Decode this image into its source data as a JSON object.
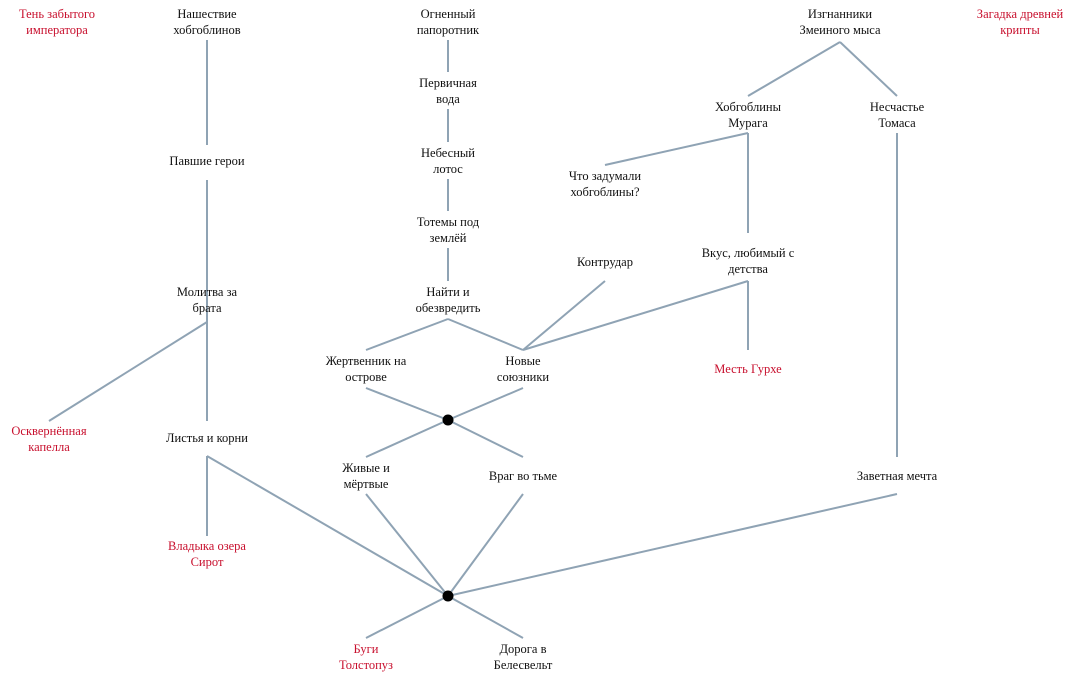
{
  "colors": {
    "line": "#8fa3b4",
    "text": "#111111",
    "accent_text": "#c8102e",
    "junction": "#000000"
  },
  "nodes": {
    "ten_zabytogo": {
      "lines": [
        "Тень забытого",
        "императора"
      ],
      "style": "red"
    },
    "nashestvie": {
      "lines": [
        "Нашествие",
        "хобгоблинов"
      ],
      "style": "normal"
    },
    "pavshie": {
      "lines": [
        "Павшие герои"
      ],
      "style": "normal"
    },
    "molitva": {
      "lines": [
        "Молитва за",
        "брата"
      ],
      "style": "normal"
    },
    "oskvernennaya": {
      "lines": [
        "Осквернённая",
        "капелла"
      ],
      "style": "red"
    },
    "listya": {
      "lines": [
        "Листья и корни"
      ],
      "style": "normal"
    },
    "vladyka": {
      "lines": [
        "Владыка озера",
        "Сирот"
      ],
      "style": "red"
    },
    "ognenny": {
      "lines": [
        "Огненный",
        "папоротник"
      ],
      "style": "normal"
    },
    "pervichnaya": {
      "lines": [
        "Первичная",
        "вода"
      ],
      "style": "normal"
    },
    "nebesny": {
      "lines": [
        "Небесный",
        "лотос"
      ],
      "style": "normal"
    },
    "totemy": {
      "lines": [
        "Тотемы под",
        "землёй"
      ],
      "style": "normal"
    },
    "nayti": {
      "lines": [
        "Найти и",
        "обезвредить"
      ],
      "style": "normal"
    },
    "zhertvennik": {
      "lines": [
        "Жертвенник на",
        "острове"
      ],
      "style": "normal"
    },
    "novye": {
      "lines": [
        "Новые",
        "союзники"
      ],
      "style": "normal"
    },
    "zhivye": {
      "lines": [
        "Живые и",
        "мёртвые"
      ],
      "style": "normal"
    },
    "vrag": {
      "lines": [
        "Враг во тьме"
      ],
      "style": "normal"
    },
    "bugi": {
      "lines": [
        "Буги",
        "Толстопуз"
      ],
      "style": "red"
    },
    "doroga": {
      "lines": [
        "Дорога в",
        "Белесвельт"
      ],
      "style": "normal"
    },
    "izgnanniki": {
      "lines": [
        "Изгнанники",
        "Змеиного мыса"
      ],
      "style": "normal"
    },
    "hobgobliny_muraga": {
      "lines": [
        "Хобгоблины",
        "Мурага"
      ],
      "style": "normal"
    },
    "neschastie": {
      "lines": [
        "Несчастье",
        "Томаса"
      ],
      "style": "normal"
    },
    "chto_zadumali": {
      "lines": [
        "Что задумали",
        "хобгоблины?"
      ],
      "style": "normal"
    },
    "kontrudar": {
      "lines": [
        "Контрудар"
      ],
      "style": "normal"
    },
    "vkus": {
      "lines": [
        "Вкус, любимый с",
        "детства"
      ],
      "style": "normal"
    },
    "mest": {
      "lines": [
        "Месть Гурхе"
      ],
      "style": "red"
    },
    "zavetnaya": {
      "lines": [
        "Заветная мечта"
      ],
      "style": "normal"
    },
    "zagadka": {
      "lines": [
        "Загадка древней",
        "крипты"
      ],
      "style": "red"
    }
  },
  "edges": [
    [
      "nashestvie",
      "pavshie"
    ],
    [
      "pavshie",
      "molitva"
    ],
    [
      "molitva",
      "oskvernennaya"
    ],
    [
      "molitva",
      "listya"
    ],
    [
      "listya",
      "vladyka"
    ],
    [
      "listya",
      "j2"
    ],
    [
      "ognenny",
      "pervichnaya"
    ],
    [
      "pervichnaya",
      "nebesny"
    ],
    [
      "nebesny",
      "totemy"
    ],
    [
      "totemy",
      "nayti"
    ],
    [
      "nayti",
      "zhertvennik"
    ],
    [
      "nayti",
      "novye"
    ],
    [
      "zhertvennik",
      "j1"
    ],
    [
      "novye",
      "j1"
    ],
    [
      "j1",
      "zhivye"
    ],
    [
      "j1",
      "vrag"
    ],
    [
      "zhivye",
      "j2"
    ],
    [
      "vrag",
      "j2"
    ],
    [
      "j2",
      "bugi"
    ],
    [
      "j2",
      "doroga"
    ],
    [
      "izgnanniki",
      "hobgobliny_muraga"
    ],
    [
      "izgnanniki",
      "neschastie"
    ],
    [
      "hobgobliny_muraga",
      "chto_zadumali"
    ],
    [
      "hobgobliny_muraga",
      "vkus"
    ],
    [
      "chto_zadumali",
      "kontrudar"
    ],
    [
      "kontrudar",
      "novye"
    ],
    [
      "vkus",
      "novye"
    ],
    [
      "vkus",
      "mest"
    ],
    [
      "neschastie",
      "zavetnaya"
    ],
    [
      "zavetnaya",
      "j2"
    ]
  ],
  "junctions": [
    "j1",
    "j2"
  ]
}
